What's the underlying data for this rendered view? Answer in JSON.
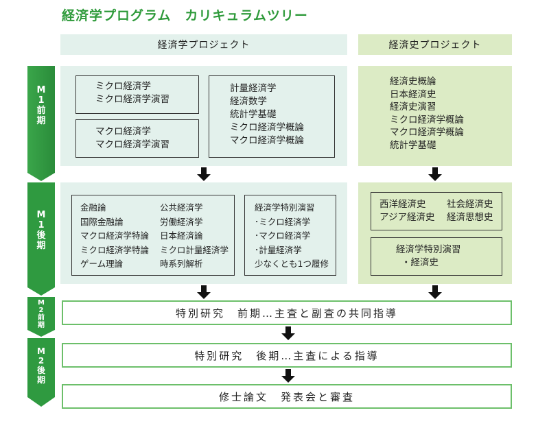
{
  "title": "経済学プログラム　カリキュラムツリー",
  "columns": {
    "econ": "経済学プロジェクト",
    "history": "経済史プロジェクト"
  },
  "stages": {
    "m1_early": [
      "M",
      "1",
      "前",
      "期"
    ],
    "m1_late": [
      "M",
      "1",
      "後",
      "期"
    ],
    "m2_early": [
      "M",
      "2",
      "前",
      "期"
    ],
    "m2_late": [
      "M",
      "2",
      "後",
      "期"
    ]
  },
  "m1_early": {
    "micro_box": [
      "ミクロ経済学",
      "ミクロ経済学演習"
    ],
    "macro_box": [
      "マクロ経済学",
      "マクロ経済学演習"
    ],
    "quant_box": [
      "計量経済学",
      "経済数学",
      "統計学基礎",
      "ミクロ経済学概論",
      "マクロ経済学概論"
    ],
    "history_list": [
      "経済史概論",
      "日本経済史",
      "経済史演習",
      "ミクロ経済学概論",
      "マクロ経済学概論",
      "統計学基礎"
    ]
  },
  "m1_late": {
    "electives_col1": [
      "金融論",
      "国際金融論",
      "マクロ経済学特論",
      "ミクロ経済学特論",
      "ゲーム理論"
    ],
    "electives_col2": [
      "公共経済学",
      "労働経済学",
      "日本経済論",
      "ミクロ計量経済学",
      "時系列解析"
    ],
    "seminar_box": [
      "経済学特別演習",
      "･ミクロ経済学",
      "･マクロ経済学",
      "･計量経済学",
      "少なくとも1つ履修"
    ],
    "history_row1": [
      "西洋経済史",
      "社会経済史"
    ],
    "history_row2": [
      "アジア経済史",
      "経済思想史"
    ],
    "history_seminar": [
      "経済学特別演習",
      "・経済史"
    ]
  },
  "m2": {
    "early": "特別研究　前期…主査と副査の共同指導",
    "late": "特別研究　後期…主査による指導",
    "thesis": "修士論文　発表会と審査"
  }
}
